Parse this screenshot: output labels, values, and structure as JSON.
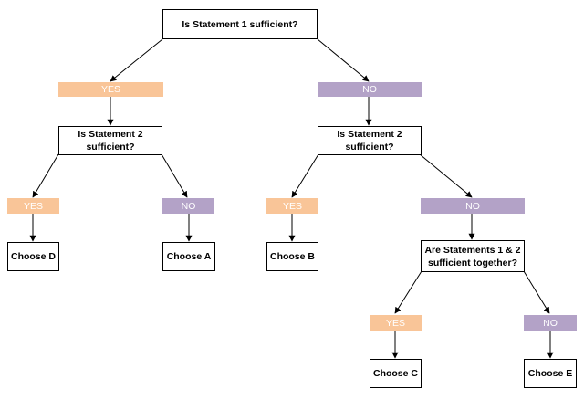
{
  "colors": {
    "yes_fill": "#f9c598",
    "no_fill": "#b3a2c7",
    "box_border": "#000000",
    "connector": "#000000"
  },
  "nodes": {
    "q1": "Is Statement 1 sufficient?",
    "q2_left": [
      "Is Statement 2",
      "sufficient?"
    ],
    "q2_right": [
      "Is Statement 2",
      "sufficient?"
    ],
    "q3": [
      "Are Statements 1 & 2",
      "sufficient together?"
    ],
    "answer_d": "Choose D",
    "answer_a": "Choose A",
    "answer_b": "Choose B",
    "answer_c": "Choose C",
    "answer_e": "Choose E"
  },
  "branches": {
    "q1_yes": "YES",
    "q1_no": "NO",
    "q2_left_yes": "YES",
    "q2_left_no": "NO",
    "q2_right_yes": "YES",
    "q2_right_no": "NO",
    "q3_yes": "YES",
    "q3_no": "NO"
  }
}
